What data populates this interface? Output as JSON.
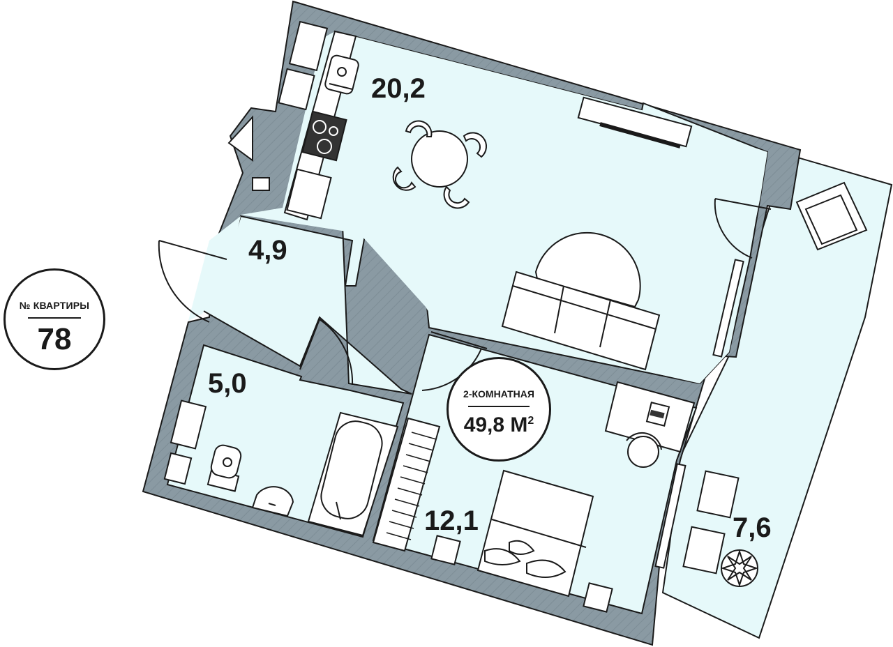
{
  "apartment": {
    "caption": "№ КВАРТИРЫ",
    "number": "78"
  },
  "summary": {
    "type_label": "2-КОМНАТНАЯ",
    "area_value": "49,8 М",
    "area_unit_sup": "2"
  },
  "rooms": {
    "kitchen_living": "20,2",
    "hall": "4,9",
    "bathroom": "5,0",
    "bedroom": "12,1",
    "balcony": "7,6"
  },
  "colors": {
    "wall": "#8a9aa3",
    "floor": "#e6f9fa",
    "line": "#1a1a1a",
    "background": "#ffffff"
  }
}
